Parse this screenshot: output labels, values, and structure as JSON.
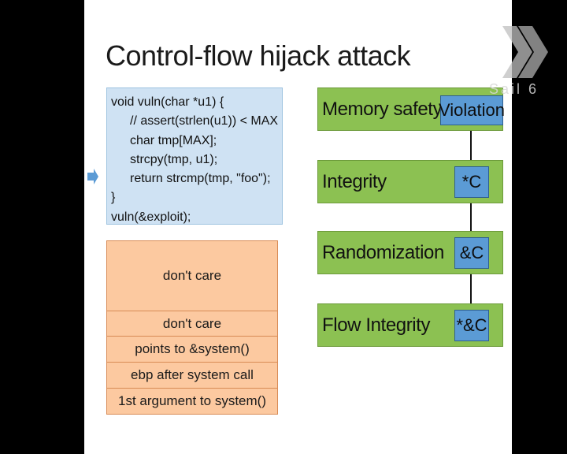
{
  "slide": {
    "title": "Control-flow hijack attack"
  },
  "code": {
    "lines": [
      "void vuln(char *u1) {",
      "// assert(strlen(u1)) < MAX",
      "char tmp[MAX];",
      "strcpy(tmp, u1);",
      "return strcmp(tmp, \"foo\");",
      "}",
      "vuln(&exploit);"
    ],
    "current_line_marker_icon": "right-arrow-icon"
  },
  "stack": {
    "cells": [
      "don't care",
      "don't care",
      "points to &system()",
      "ebp after system call",
      "1st argument to system()"
    ]
  },
  "ladder": {
    "levels": [
      {
        "label": "Memory safety",
        "badge": "Violation"
      },
      {
        "label": "Integrity",
        "badge": "*C"
      },
      {
        "label": "Randomization",
        "badge": "&C"
      },
      {
        "label": "Flow Integrity",
        "badge": "*&C"
      }
    ]
  },
  "watermark": {
    "text": "Sail 6",
    "icon": "chevron-logo-icon"
  },
  "colors": {
    "code_bg": "#cfe2f3",
    "stack_bg": "#fcc9a0",
    "ladder_bg": "#8cc152",
    "badge_bg": "#5b9bd5"
  }
}
